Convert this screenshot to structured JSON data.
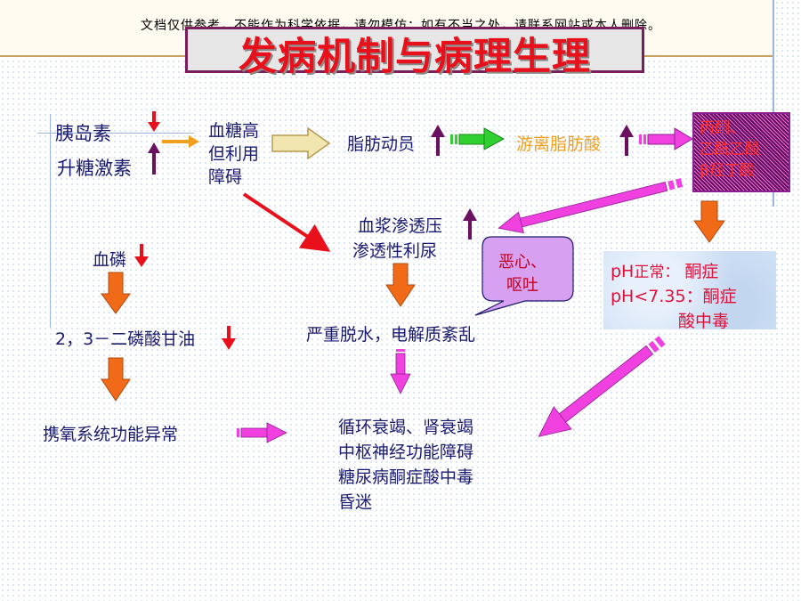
{
  "notice": "文档仅供参考，不能作为科学依据，请勿模仿；如有不当之处，请联系网站或本人删除。",
  "title": "发病机制与病理生理",
  "nodes": {
    "insulin": "胰岛素",
    "glucagon": "升糖激素",
    "hyperglycemia": [
      "血糖高",
      "但利用",
      "障碍"
    ],
    "fat_mobilization": "脂肪动员",
    "ffa": "游离脂肪酸",
    "ketones": [
      "丙酮、",
      "乙酰乙酸",
      "β羟丁酸"
    ],
    "osmotic": [
      "血浆渗透压",
      "渗透性利尿"
    ],
    "nausea": [
      "恶心、",
      "呕吐"
    ],
    "phosphate": "血磷",
    "dpg": "2，3－二磷酸甘油",
    "dehydration": "严重脱水，电解质紊乱",
    "oxygen": "携氧系统功能异常",
    "outcomes": [
      "循环衰竭、肾衰竭",
      "中枢神经功能障碍",
      "糖尿病酮症酸中毒",
      "昏迷"
    ],
    "ph_normal": [
      "pH",
      "正常：",
      "酮症"
    ],
    "ph_low": [
      "pH<7.35",
      "：",
      "酮症"
    ],
    "ph_low_2": "酸中毒"
  },
  "colors": {
    "title": "#e8101a",
    "text": "#1a1a6e",
    "ffa_text": "#f0a020",
    "up_arrow": "#6a1060",
    "down_arrow": "#e8101a",
    "block_arrow": "#f06a18",
    "magenta_arrow": "#f040e0",
    "green_arrow": "#30d030"
  },
  "icons": [
    "down-arrow-icon",
    "up-arrow-icon",
    "right-block-arrow-icon",
    "down-block-arrow-icon",
    "magenta-arrow-icon"
  ]
}
